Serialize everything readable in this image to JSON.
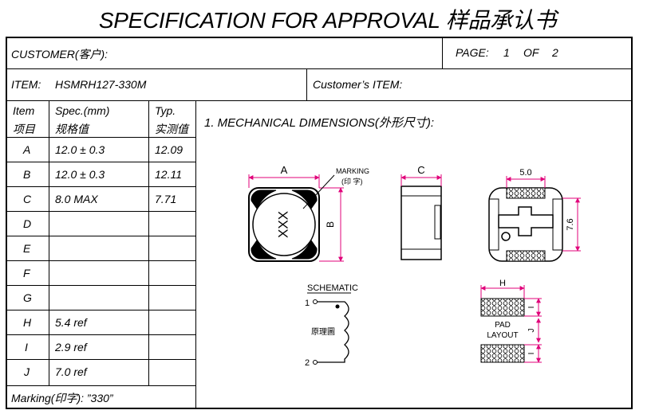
{
  "title": "SPECIFICATION FOR APPROVAL 样品承认书",
  "header": {
    "customer_label": "CUSTOMER(客户):",
    "page_label": "PAGE:",
    "page_num": "1",
    "page_of": "OF",
    "page_total": "2",
    "item_label": "ITEM:",
    "item_value": "HSMRH127-330M",
    "customer_item_label": "Customer’s ITEM:"
  },
  "table": {
    "headers": {
      "item": "Item",
      "item_cn": "项目",
      "spec": "Spec.(mm)",
      "spec_cn": "规格值",
      "typ": "Typ.",
      "typ_cn": "实测值"
    },
    "rows": [
      {
        "item": "A",
        "spec": "12.0  ±  0.3",
        "typ": "12.09"
      },
      {
        "item": "B",
        "spec": "12.0  ±  0.3",
        "typ": "12.11"
      },
      {
        "item": "C",
        "spec": "8.0 MAX",
        "typ": "7.71"
      },
      {
        "item": "D",
        "spec": "",
        "typ": ""
      },
      {
        "item": "E",
        "spec": "",
        "typ": ""
      },
      {
        "item": "F",
        "spec": "",
        "typ": ""
      },
      {
        "item": "G",
        "spec": "",
        "typ": ""
      },
      {
        "item": "H",
        "spec": "5.4 ref",
        "typ": ""
      },
      {
        "item": "I",
        "spec": "2.9 ref",
        "typ": ""
      },
      {
        "item": "J",
        "spec": "7.0 ref",
        "typ": ""
      }
    ],
    "marking": "Marking(印字): ”330”"
  },
  "section_title": "1.   MECHANICAL DIMENSIONS(外形尺寸):",
  "drawing": {
    "dim_a": "A",
    "dim_b": "B",
    "dim_c": "C",
    "marking_label": "MARKING",
    "marking_cn": "(印  字)",
    "marking_text": "XXX",
    "dim_50": "5.0",
    "dim_76": "7.6",
    "schematic_label": "SCHEMATIC",
    "pin1": "1",
    "pin2": "2",
    "coil_cn": "原理圖",
    "dim_h": "H",
    "dim_i": "I",
    "dim_j": "J",
    "pad_label": "PAD",
    "layout_label": "LAYOUT"
  },
  "colors": {
    "dimension": "#e0007a",
    "ink": "#000000"
  }
}
